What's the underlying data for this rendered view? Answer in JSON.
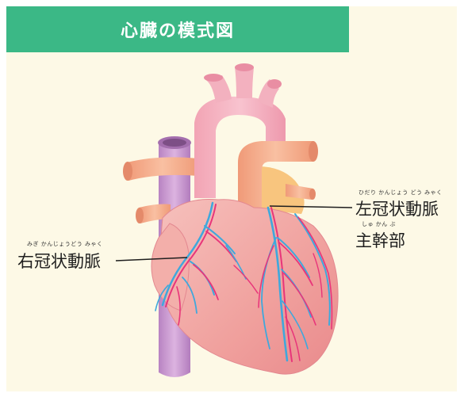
{
  "title": "心臓の模式図",
  "labels": {
    "right_coronary": {
      "ruby": "みぎ かんじょうどう みゃく",
      "text": "右冠状動脈"
    },
    "left_coronary": {
      "ruby": "ひだり かんじょう どう みゃく",
      "text": "左冠状動脈"
    },
    "left_main": {
      "ruby": "しゅ かん ぶ",
      "text": "主幹部"
    }
  },
  "colors": {
    "title_bg": "#3bb886",
    "panel_bg": "#fdf9e6",
    "heart": "#f2a3a0",
    "vein": "#c99ad0",
    "artery": "#f5a882",
    "vessel_pink": "#e8357a",
    "vessel_blue": "#3fa8dc"
  }
}
